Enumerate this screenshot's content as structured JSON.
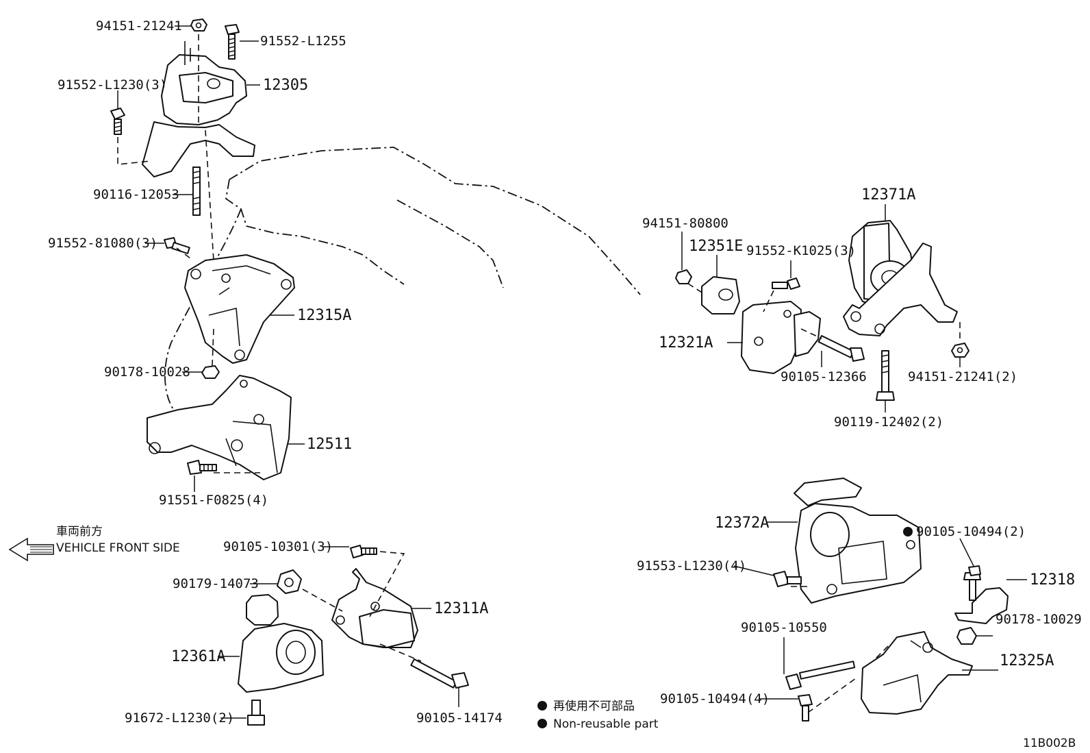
{
  "parts": {
    "p94151_21241": "94151-21241",
    "p91552_L1255": "91552-L1255",
    "p91552_L1230_3": "91552-L1230(3)",
    "p12305": "12305",
    "p90116_12053": "90116-12053",
    "p91552_81080_3": "91552-81080(3)",
    "p12315A": "12315A",
    "p90178_10028": "90178-10028",
    "p12511": "12511",
    "p91551_F0825_4": "91551-F0825(4)",
    "p90105_10301_3": "90105-10301(3)",
    "p90179_14073": "90179-14073",
    "p12311A": "12311A",
    "p12361A": "12361A",
    "p91672_L1230_2": "91672-L1230(2)",
    "p90105_14174": "90105-14174",
    "p12371A": "12371A",
    "p94151_80800": "94151-80800",
    "p12351E": "12351E",
    "p91552_K1025_3": "91552-K1025(3)",
    "p12321A": "12321A",
    "p90105_12366": "90105-12366",
    "p94151_21241_2": "94151-21241(2)",
    "p90119_12402_2": "90119-12402(2)",
    "p12372A": "12372A",
    "p90105_10494_2": "90105-10494(2)",
    "p91553_L1230_4": "91553-L1230(4)",
    "p12318": "12318",
    "p90178_10029": "90178-10029",
    "p90105_10550": "90105-10550",
    "p12325A": "12325A",
    "p90105_10494_4": "90105-10494(4)"
  },
  "orientation": {
    "jp": "車両前方",
    "en": "VEHICLE FRONT SIDE"
  },
  "legend": {
    "jp": "再使用不可部品",
    "en": "Non-reusable part"
  },
  "diagram_code": "11B002B"
}
